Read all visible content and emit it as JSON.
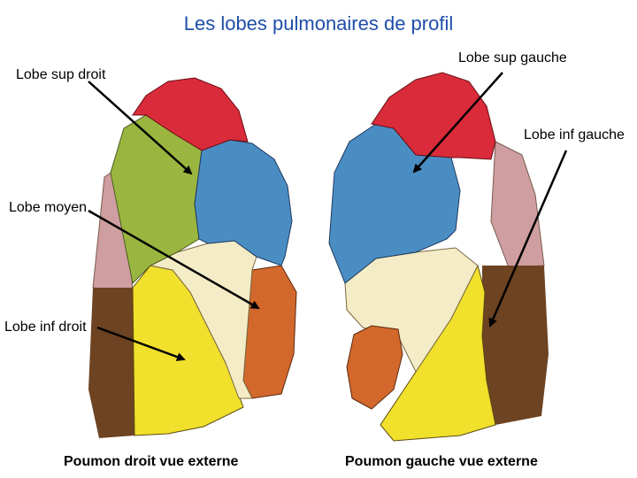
{
  "title": "Les lobes pulmonaires de profil",
  "labels": {
    "right_upper": "Lobe sup droit",
    "left_upper": "Lobe sup gauche",
    "left_lower": "Lobe inf gauche",
    "right_middle": "Lobe moyen",
    "right_lower": "Lobe inf droit"
  },
  "captions": {
    "right_lung": "Poumon droit vue externe",
    "left_lung": "Poumon gauche vue externe"
  },
  "colors": {
    "title": "#1f4ea8",
    "red": "#d92b3a",
    "green": "#9bb640",
    "blue": "#4a8dc3",
    "cream": "#f3ecc6",
    "orange": "#d3682c",
    "yellow": "#f1e02c",
    "brown": "#6d4322",
    "pink": "#cf9ea0"
  }
}
